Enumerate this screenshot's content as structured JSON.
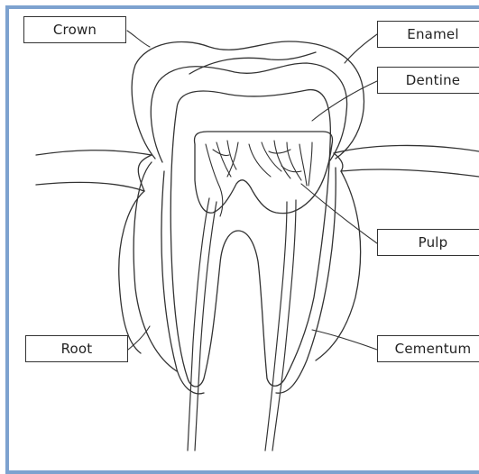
{
  "labels": {
    "crown": "Crown",
    "enamel": "Enamel",
    "dentine": "Dentine",
    "pulp": "Pulp",
    "root": "Root",
    "cementum": "Cementum"
  },
  "colors": {
    "frame_border": "#7da2cf",
    "line": "#333333"
  }
}
